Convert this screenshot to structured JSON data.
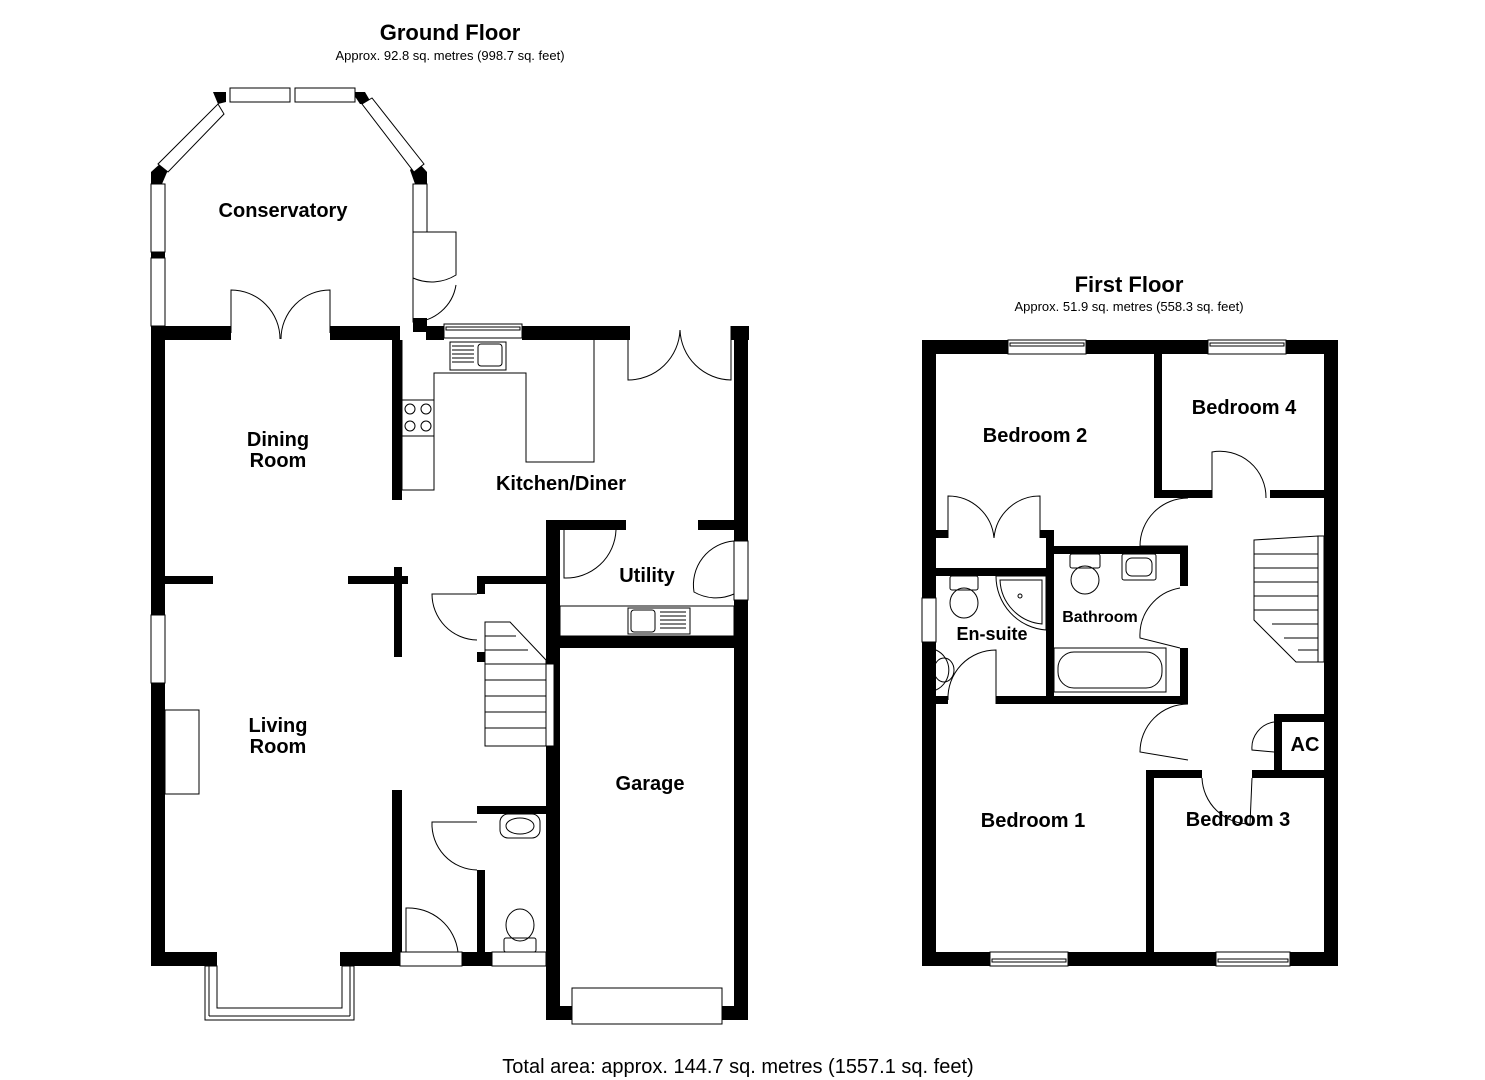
{
  "ground_floor": {
    "title": "Ground Floor",
    "area": "Approx. 92.8 sq. metres (998.7 sq. feet)",
    "rooms": {
      "conservatory": "Conservatory",
      "dining_room_line1": "Dining",
      "dining_room_line2": "Room",
      "kitchen_diner": "Kitchen/Diner",
      "utility": "Utility",
      "living_room_line1": "Living",
      "living_room_line2": "Room",
      "garage": "Garage"
    }
  },
  "first_floor": {
    "title": "First Floor",
    "area": "Approx. 51.9 sq. metres (558.3 sq. feet)",
    "rooms": {
      "bedroom_2": "Bedroom 2",
      "bedroom_4": "Bedroom 4",
      "bathroom": "Bathroom",
      "en_suite": "En-suite",
      "ac": "AC",
      "bedroom_1": "Bedroom 1",
      "bedroom_3": "Bedroom 3"
    }
  },
  "total_area": "Total area: approx. 144.7 sq. metres (1557.1 sq. feet)"
}
